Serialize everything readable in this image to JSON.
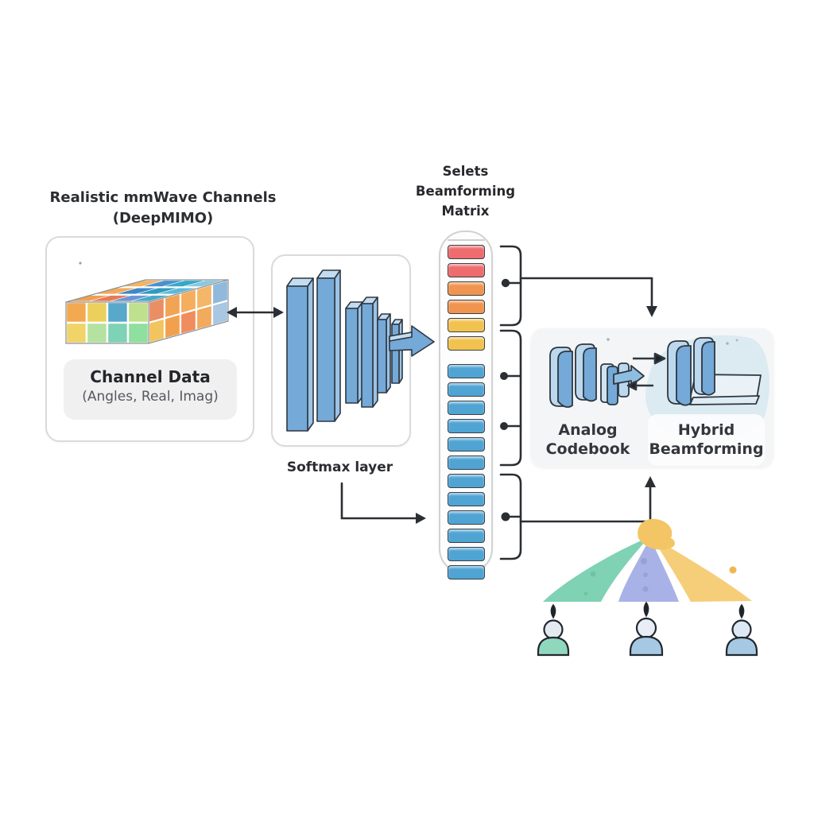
{
  "input": {
    "title_line1": "Realistic mmWave Channels",
    "title_line2": "(DeepMIMO)",
    "channel_data_title": "Channel Data",
    "channel_data_subtitle": "(Angles, Real, Imag)"
  },
  "network": {
    "caption": "Softmax layer"
  },
  "matrix": {
    "title_line1": "Selets",
    "title_line2": "Beamforming",
    "title_line3": "Matrix",
    "bars": [
      "red",
      "red",
      "orange",
      "orange",
      "yellow",
      "yellow",
      "blue",
      "blue",
      "blue",
      "blue",
      "blue",
      "blue",
      "blue",
      "blue",
      "blue",
      "blue",
      "blue",
      "blue"
    ]
  },
  "panel": {
    "analog_line1": "Analog",
    "analog_line2": "Codebook",
    "hybrid_line1": "Hybrid",
    "hybrid_line2": "Beamforming"
  },
  "users": {
    "count": 3
  },
  "colors": {
    "bar": {
      "red": "#ee6b6e",
      "orange": "#f0954f",
      "yellow": "#f2c24f",
      "blue": "#4fa4d4"
    },
    "beam": {
      "green": "#7fd2b3",
      "purple": "#a9b2e6",
      "yellow": "#f6cd78"
    },
    "slab": "#74a9d8",
    "connector": "#2b2f33"
  }
}
